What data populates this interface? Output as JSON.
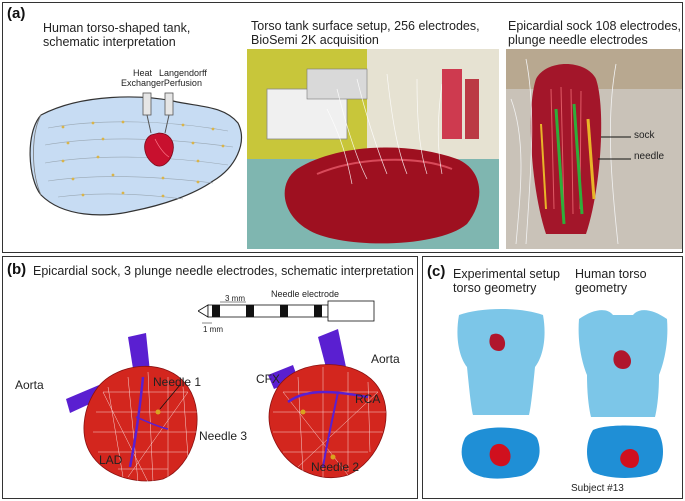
{
  "panel_a": {
    "label": "(a)",
    "captions": {
      "tank_line1": "Human torso-shaped tank,",
      "tank_line2": "schematic interpretation",
      "photo1_line1": "Torso tank surface setup,  256 electrodes,",
      "photo1_line2": "BioSemi 2K acquisition",
      "photo2_line1": "Epicardial sock 108 electrodes,",
      "photo2_line2": "plunge needle electrodes"
    },
    "tank_labels": {
      "heat_line1": "Heat",
      "heat_line2": "Exchanger",
      "lang_line1": "Langendorff",
      "lang_line2": "Perfusion"
    },
    "photo2_labels": {
      "sock": "sock",
      "needle": "needle"
    }
  },
  "panel_b": {
    "label": "(b)",
    "caption": "Epicardial sock, 3 plunge needle electrodes, schematic interpretation",
    "needle_diagram": {
      "title": "Needle electrode",
      "dim_3mm": "3 mm",
      "dim_1mm": "1 mm"
    },
    "left_heart": {
      "aorta": "Aorta",
      "needle1": "Needle 1",
      "lad": "LAD"
    },
    "right_heart": {
      "cfx": "CFX",
      "aorta": "Aorta",
      "rca": "RCA",
      "needle3": "Needle 3",
      "needle2": "Needle 2"
    }
  },
  "panel_c": {
    "label": "(c)",
    "col1_line1": "Experimental setup",
    "col1_line2": "torso geometry",
    "col2_line1": "Human torso",
    "col2_line2": "geometry",
    "footer": "Subject #13"
  },
  "colors": {
    "torso_blue": "#7cc6e8",
    "heart_red": "#c8102e",
    "vessel_purple": "#5a1fd1",
    "tank_fill": "#c7dcf3"
  }
}
